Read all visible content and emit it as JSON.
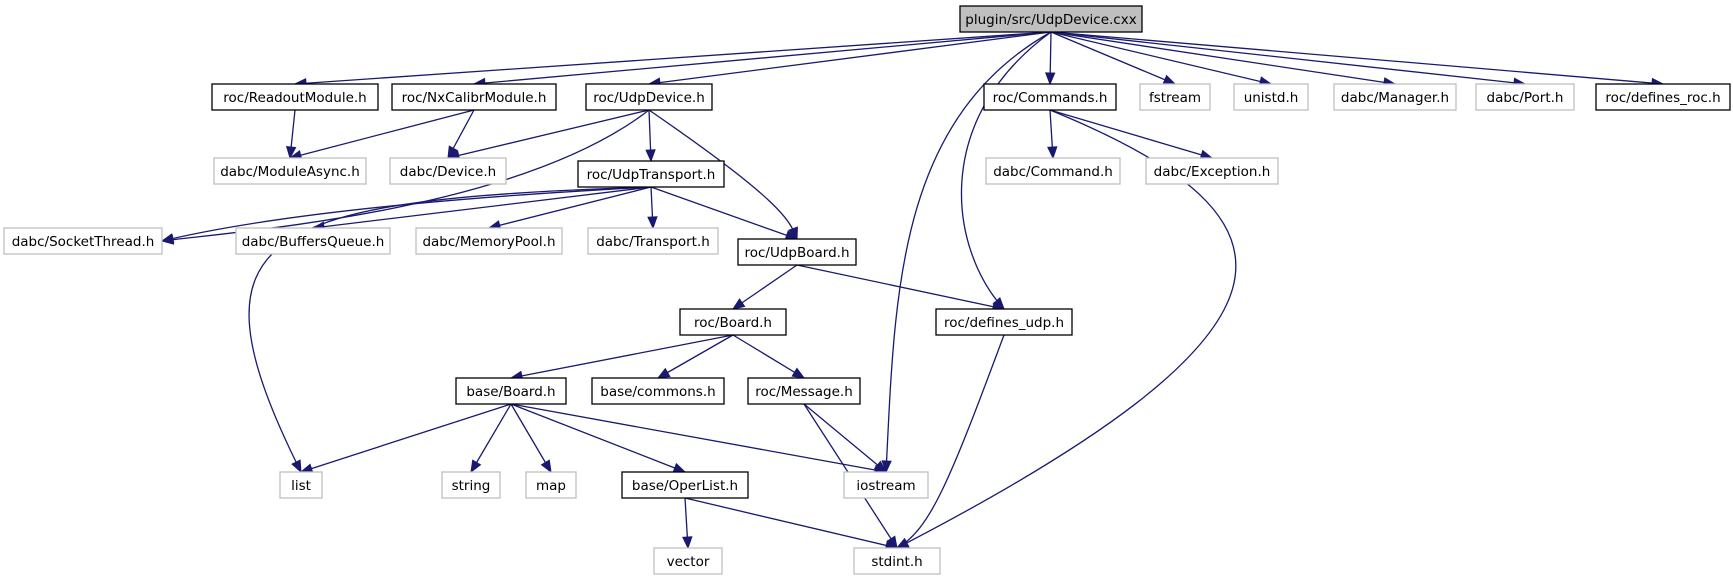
{
  "colors": {
    "edge": "#191970",
    "solid_border": "#000000",
    "external_border": "#bfbfbf",
    "root_fill": "#bfbfbf"
  },
  "nodes": [
    {
      "id": "root",
      "label": "plugin/src/UdpDevice.cxx",
      "kind": "root"
    },
    {
      "id": "readoutmodule",
      "label": "roc/ReadoutModule.h",
      "kind": "solid"
    },
    {
      "id": "nxcalibr",
      "label": "roc/NxCalibrModule.h",
      "kind": "solid"
    },
    {
      "id": "udpdevice_h",
      "label": "roc/UdpDevice.h",
      "kind": "solid"
    },
    {
      "id": "commands",
      "label": "roc/Commands.h",
      "kind": "solid"
    },
    {
      "id": "fstream",
      "label": "fstream",
      "kind": "external"
    },
    {
      "id": "unistd",
      "label": "unistd.h",
      "kind": "external"
    },
    {
      "id": "manager",
      "label": "dabc/Manager.h",
      "kind": "external"
    },
    {
      "id": "port",
      "label": "dabc/Port.h",
      "kind": "external"
    },
    {
      "id": "defines_roc",
      "label": "roc/defines_roc.h",
      "kind": "solid"
    },
    {
      "id": "moduleasync",
      "label": "dabc/ModuleAsync.h",
      "kind": "external"
    },
    {
      "id": "device",
      "label": "dabc/Device.h",
      "kind": "external"
    },
    {
      "id": "udptransport",
      "label": "roc/UdpTransport.h",
      "kind": "solid"
    },
    {
      "id": "command",
      "label": "dabc/Command.h",
      "kind": "external"
    },
    {
      "id": "exception",
      "label": "dabc/Exception.h",
      "kind": "external"
    },
    {
      "id": "socketthread",
      "label": "dabc/SocketThread.h",
      "kind": "external"
    },
    {
      "id": "buffersqueue",
      "label": "dabc/BuffersQueue.h",
      "kind": "external"
    },
    {
      "id": "memorypool",
      "label": "dabc/MemoryPool.h",
      "kind": "external"
    },
    {
      "id": "transport",
      "label": "dabc/Transport.h",
      "kind": "external"
    },
    {
      "id": "udpboard",
      "label": "roc/UdpBoard.h",
      "kind": "solid"
    },
    {
      "id": "board",
      "label": "roc/Board.h",
      "kind": "solid"
    },
    {
      "id": "defines_udp",
      "label": "roc/defines_udp.h",
      "kind": "solid"
    },
    {
      "id": "base_board",
      "label": "base/Board.h",
      "kind": "solid"
    },
    {
      "id": "commons",
      "label": "base/commons.h",
      "kind": "solid"
    },
    {
      "id": "message",
      "label": "roc/Message.h",
      "kind": "solid"
    },
    {
      "id": "list",
      "label": "list",
      "kind": "external"
    },
    {
      "id": "string",
      "label": "string",
      "kind": "external"
    },
    {
      "id": "map",
      "label": "map",
      "kind": "external"
    },
    {
      "id": "operlist",
      "label": "base/OperList.h",
      "kind": "solid"
    },
    {
      "id": "iostream",
      "label": "iostream",
      "kind": "external"
    },
    {
      "id": "vector",
      "label": "vector",
      "kind": "external"
    },
    {
      "id": "stdint",
      "label": "stdint.h",
      "kind": "external"
    }
  ],
  "edges": [
    [
      "root",
      "readoutmodule"
    ],
    [
      "root",
      "nxcalibr"
    ],
    [
      "root",
      "udpdevice_h"
    ],
    [
      "root",
      "iostream"
    ],
    [
      "root",
      "defines_udp"
    ],
    [
      "root",
      "commands"
    ],
    [
      "root",
      "fstream"
    ],
    [
      "root",
      "unistd"
    ],
    [
      "root",
      "manager"
    ],
    [
      "root",
      "port"
    ],
    [
      "root",
      "defines_roc"
    ],
    [
      "readoutmodule",
      "moduleasync"
    ],
    [
      "nxcalibr",
      "moduleasync"
    ],
    [
      "nxcalibr",
      "device"
    ],
    [
      "udpdevice_h",
      "device"
    ],
    [
      "udpdevice_h",
      "socketthread"
    ],
    [
      "udpdevice_h",
      "udptransport"
    ],
    [
      "udpdevice_h",
      "udpboard"
    ],
    [
      "commands",
      "command"
    ],
    [
      "commands",
      "exception"
    ],
    [
      "commands",
      "stdint"
    ],
    [
      "udptransport",
      "socketthread"
    ],
    [
      "udptransport",
      "buffersqueue"
    ],
    [
      "udptransport",
      "memorypool"
    ],
    [
      "udptransport",
      "transport"
    ],
    [
      "udptransport",
      "udpboard"
    ],
    [
      "udptransport",
      "list"
    ],
    [
      "udpboard",
      "board"
    ],
    [
      "udpboard",
      "defines_udp"
    ],
    [
      "board",
      "base_board"
    ],
    [
      "board",
      "commons"
    ],
    [
      "board",
      "message"
    ],
    [
      "defines_udp",
      "stdint"
    ],
    [
      "base_board",
      "list"
    ],
    [
      "base_board",
      "string"
    ],
    [
      "base_board",
      "map"
    ],
    [
      "base_board",
      "operlist"
    ],
    [
      "base_board",
      "iostream"
    ],
    [
      "message",
      "iostream"
    ],
    [
      "message",
      "stdint"
    ],
    [
      "operlist",
      "vector"
    ],
    [
      "operlist",
      "stdint"
    ]
  ]
}
